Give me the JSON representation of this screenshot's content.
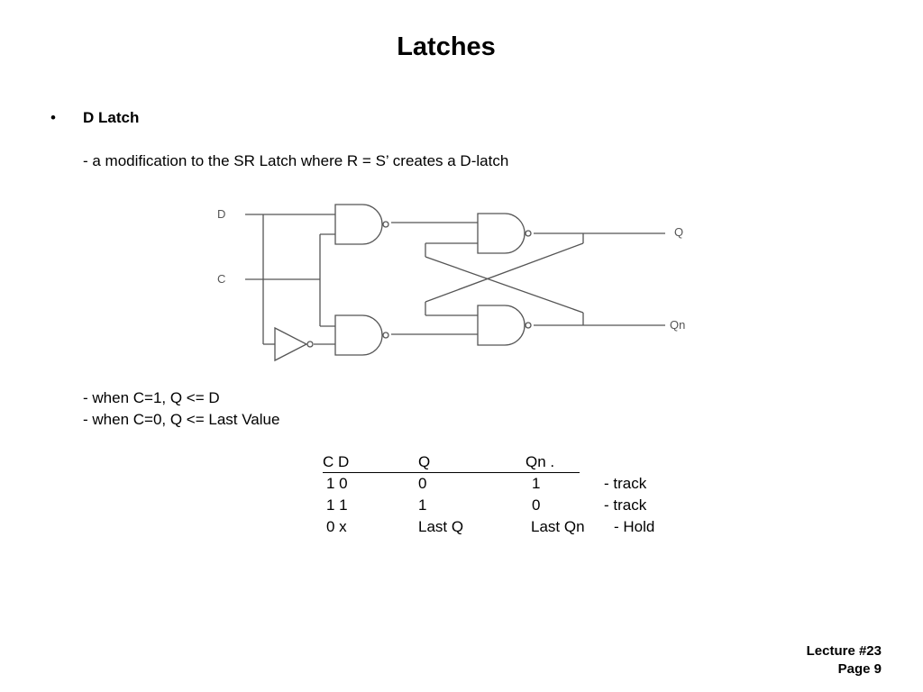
{
  "slide": {
    "title": "Latches"
  },
  "bullet": {
    "symbol": "•",
    "heading": "D Latch",
    "description": "- a modification to the SR Latch where R = S’ creates a D-latch",
    "notes": [
      "- when C=1, Q <= D",
      "- when C=0, Q <= Last Value"
    ]
  },
  "circuit": {
    "inputs": [
      "D",
      "C"
    ],
    "outputs": [
      "Q",
      "Qn"
    ],
    "gate_types": [
      "nand-gate",
      "nand-gate",
      "nand-gate",
      "nand-gate",
      "inverter"
    ]
  },
  "truth_table": {
    "headers": [
      "C D",
      "Q",
      "Qn     ."
    ],
    "rows": [
      [
        "1  0",
        "0",
        "1",
        "- track"
      ],
      [
        "1  1",
        "1",
        "0",
        "- track"
      ],
      [
        "0  x",
        "Last Q",
        "Last Qn",
        "- Hold"
      ]
    ]
  },
  "footer": {
    "lecture": "Lecture #23",
    "page": "Page 9"
  }
}
